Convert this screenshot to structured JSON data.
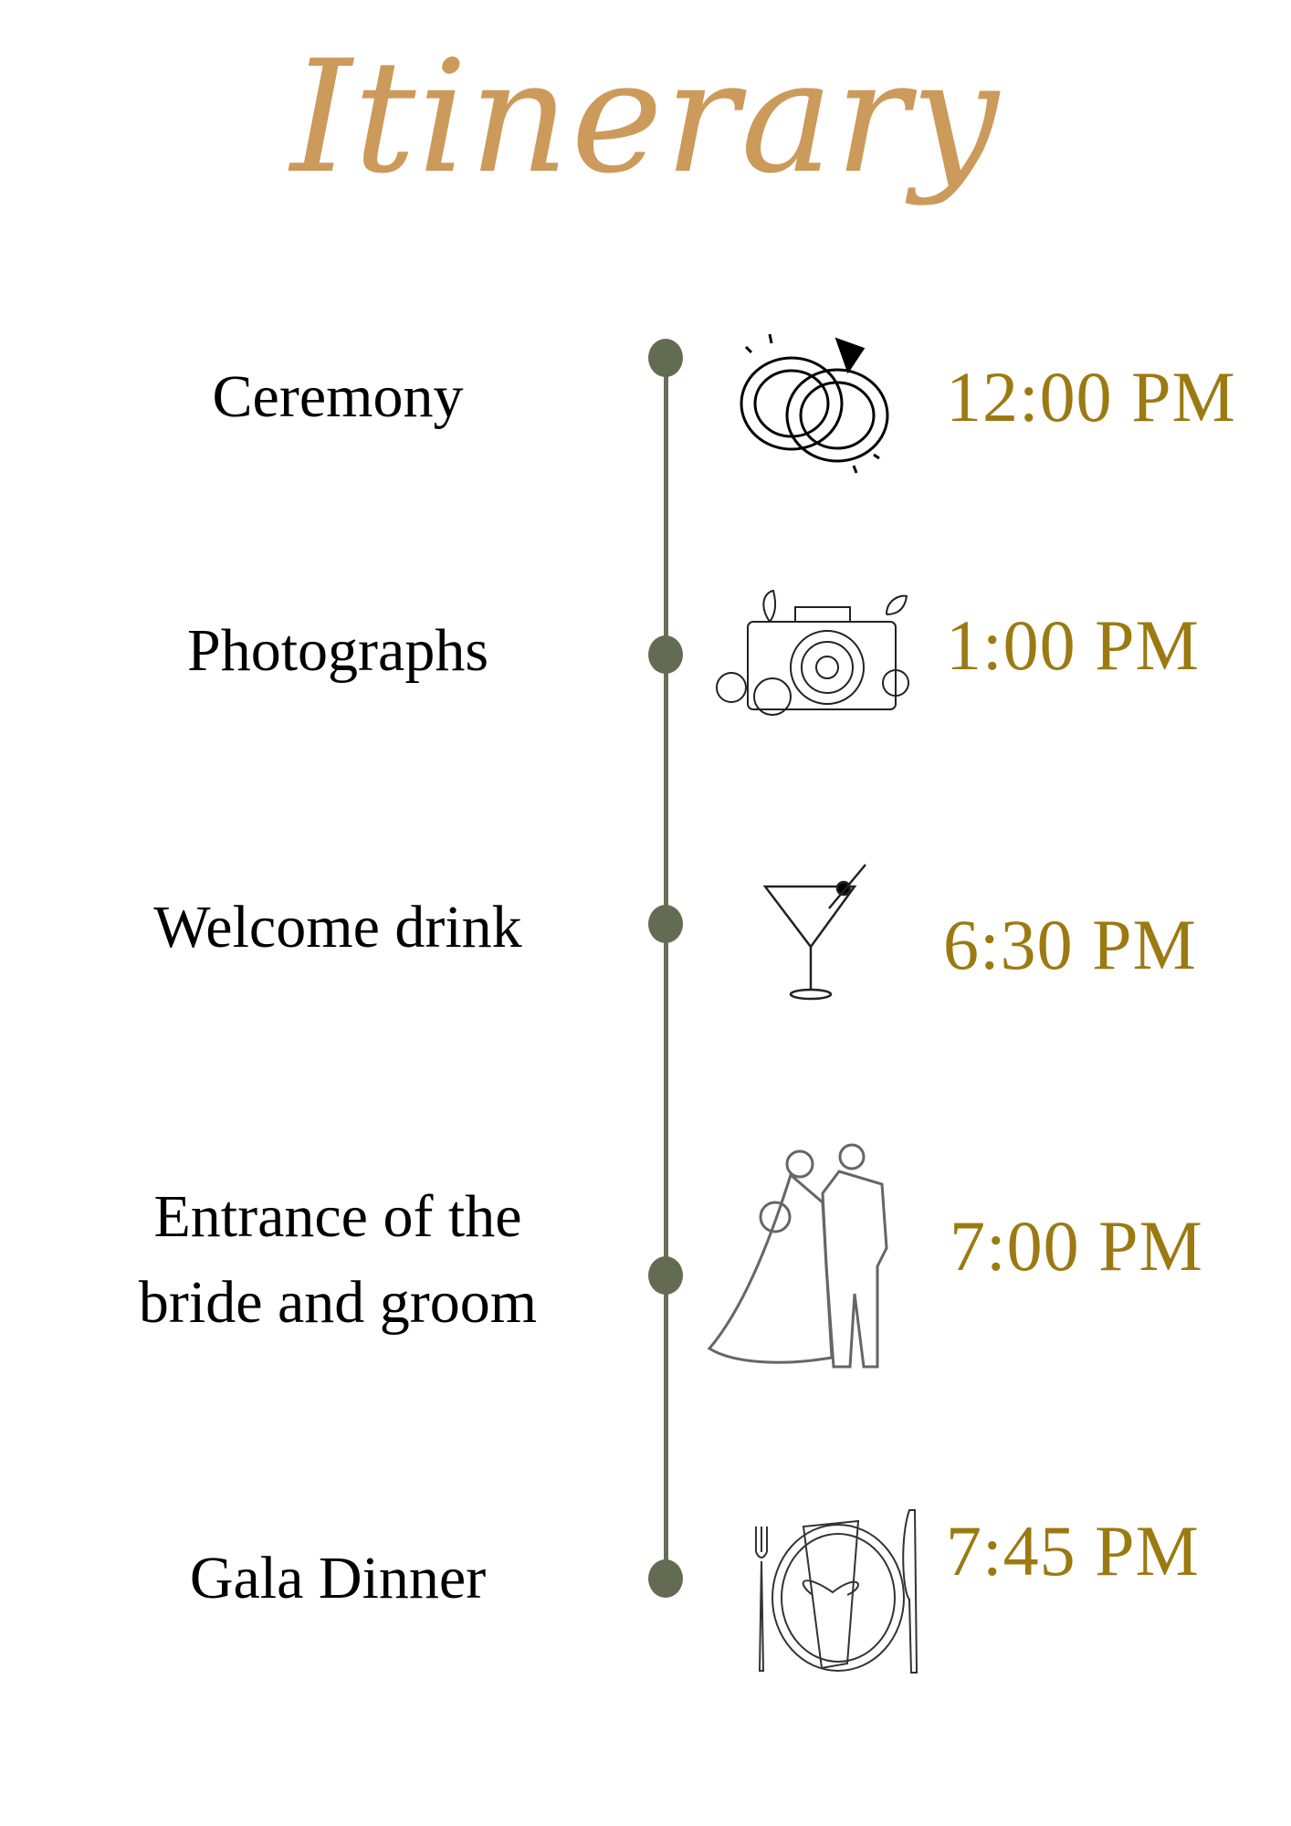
{
  "title": "Itinerary",
  "events": [
    {
      "label": "Ceremony",
      "time": "12:00 PM",
      "icon": "wedding-rings-icon"
    },
    {
      "label": "Photographs",
      "time": "1:00 PM",
      "icon": "camera-icon"
    },
    {
      "label": "Welcome drink",
      "time": "6:30 PM",
      "icon": "martini-icon"
    },
    {
      "label": "Entrance of the bride and groom",
      "label_lines": [
        "Entrance of the",
        "bride and groom"
      ],
      "time": "7:00 PM",
      "icon": "bride-groom-icon"
    },
    {
      "label": "Gala Dinner",
      "time": "7:45 PM",
      "icon": "dinner-plate-icon"
    }
  ],
  "colors": {
    "title": "#cc9a5a",
    "time": "#9c7a12",
    "timeline": "#676f57"
  }
}
